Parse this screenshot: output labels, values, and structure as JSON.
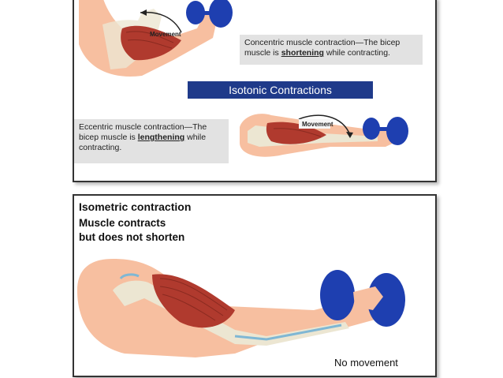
{
  "top": {
    "movement_label_1": "Movement",
    "concentric_text": "Concentric muscle contraction—The bicep muscle is ",
    "concentric_key": "shortening",
    "concentric_tail": " while contracting.",
    "banner": "Isotonic Contractions",
    "eccentric_text": "Eccentric muscle contraction—The bicep muscle is ",
    "eccentric_key": "lengthening",
    "eccentric_tail": " while contracting.",
    "movement_label_2": "Movement"
  },
  "bottom": {
    "title": "Isometric contraction",
    "line1": "Muscle contracts",
    "line2": "but does not shorten",
    "no_movement": "No movement"
  },
  "colors": {
    "skin": "#f7bfa0",
    "muscle": "#b03a2e",
    "bone": "#ece6d2",
    "dumbbell": "#1e3fb0",
    "banner": "#1f3a8a"
  }
}
